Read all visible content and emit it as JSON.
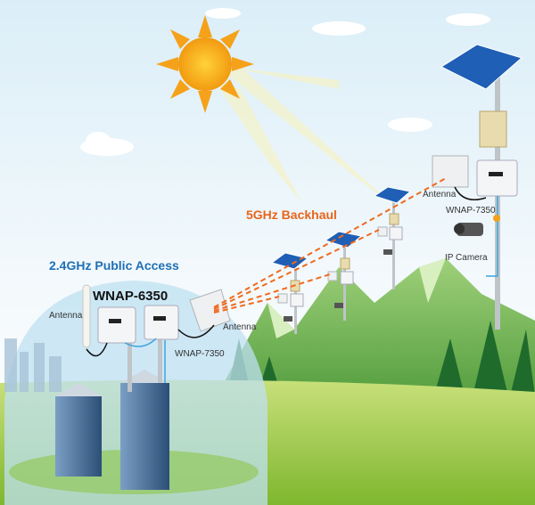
{
  "labels": {
    "backhaul": "5GHz Backhaul",
    "public_access": "2.4GHz Public Access",
    "model_6350": "WNAP-6350",
    "antenna_left": "Antenna",
    "antenna_mid": "Antenna",
    "model_7350_left": "WNAP-7350",
    "antenna_right": "Antenna",
    "model_7350_right": "WNAP-7350",
    "ip_camera": "IP Camera"
  },
  "colors": {
    "backhaul_line": "#f06a1e",
    "title_blue": "#1f6fb5",
    "title_orange": "#e8651c",
    "cable_blue": "#3fa4dc"
  }
}
